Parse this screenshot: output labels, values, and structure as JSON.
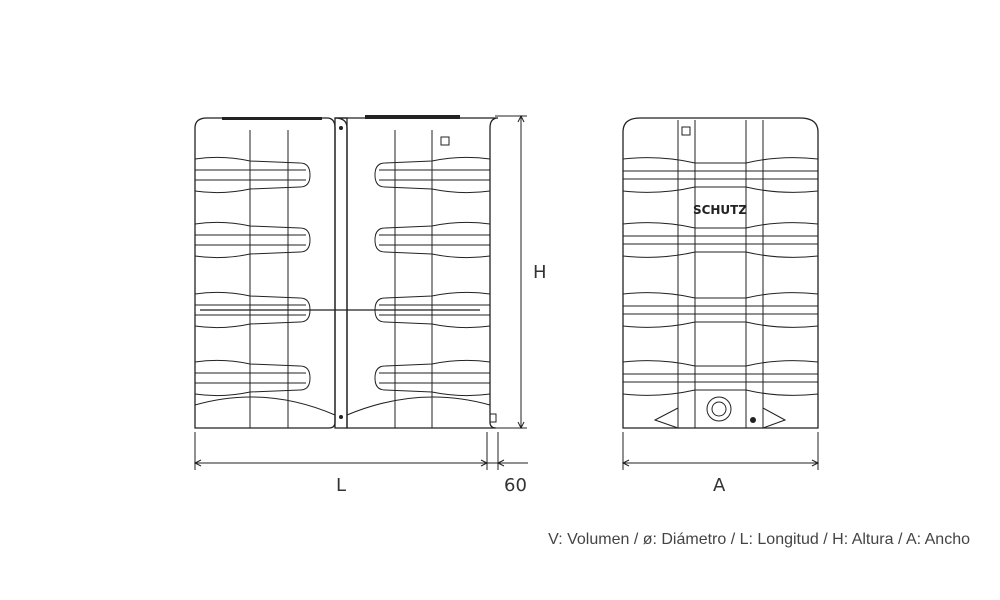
{
  "diagram": {
    "dimensions": {
      "height_label": "H",
      "length_label": "L",
      "offset_label": "60",
      "width_label": "A"
    },
    "brand_logo": "SCHUTZ",
    "legend": "V: Volumen / ø: Diámetro / L: Longitud / H: Altura / A: Ancho",
    "line_color": "#222222"
  }
}
